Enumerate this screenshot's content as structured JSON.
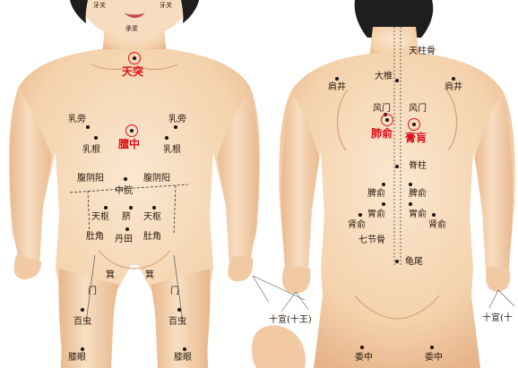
{
  "front": {
    "tianzhu_neck": "天突",
    "top_left": "牙关",
    "top_right": "牙关",
    "chin": "承浆",
    "ruipang_left": "乳旁",
    "ruipang_right": "乳旁",
    "rugen_left": "乳根",
    "rugen_right": "乳根",
    "danzhong": "膻中",
    "fuyinyang_left": "腹阴阳",
    "fuyinyang_right": "腹阴阳",
    "zhongwan": "中脘",
    "tianshu_left": "天枢",
    "tianshu_right": "天枢",
    "navel": "脐",
    "dujiao_left": "肚角",
    "dujiao_right": "肚角",
    "dantian": "丹田",
    "ji_left": "箕",
    "ji_right": "箕",
    "men_left": "门",
    "men_right": "门",
    "baichong_left": "百虫",
    "baichong_right": "百虫",
    "xiyan_left": "膝眼",
    "xiyan_right": "膝眼",
    "shixuan": "十宣(十王)"
  },
  "back": {
    "tianzhugu": "天柱骨",
    "dazhui": "大椎",
    "jianjing_left": "肩井",
    "jianjing_right": "肩井",
    "fengmen_left": "风门",
    "fengmen_right": "风门",
    "feishu": "肺俞",
    "gaohuang": "膏肓",
    "jizhu": "脊柱",
    "pishu_left": "脾俞",
    "pishu_right": "脾俞",
    "weishu_left": "胃俞",
    "weishu_right": "胃俞",
    "shenshu_left": "肾俞",
    "shenshu_right": "肾俞",
    "qijiegu": "七节骨",
    "guiwei": "龟尾",
    "shixuan_left": "十宣(十王)",
    "shixuan_right": "十宣(十",
    "weizhong_left": "委中",
    "weizhong_right": "委中"
  },
  "colors": {
    "skin": "#f6d8b4",
    "skin_shadow": "#e9b98d",
    "hair": "#1e1e1e",
    "point": "#1a1010",
    "highlight": "#e0101a"
  }
}
